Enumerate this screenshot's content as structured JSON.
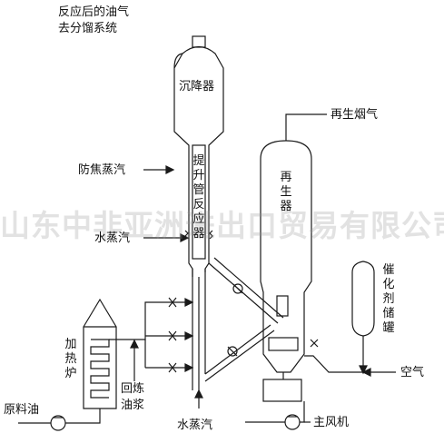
{
  "labels": {
    "oil_gas_line1": "反应后的油气",
    "oil_gas_line2": "去分馏系统",
    "settler": "沉降器",
    "riser": "提升管反应器",
    "anti_coke_steam": "防焦蒸汽",
    "water_steam_side": "水蒸汽",
    "regenerator": "再生器",
    "flue_gas": "再生烟气",
    "catalyst_tank": "催化剂储罐",
    "heating_furnace": "加热炉",
    "feed_oil": "原料油",
    "recycle_slurry": "回炼油浆",
    "water_steam_bottom": "水蒸汽",
    "main_blower": "主风机",
    "air": "空气"
  },
  "watermark": "山东中非亚洲进出口贸易有限公司",
  "colors": {
    "line": "#1a1a1a",
    "text": "#111111",
    "background": "#ffffff"
  }
}
